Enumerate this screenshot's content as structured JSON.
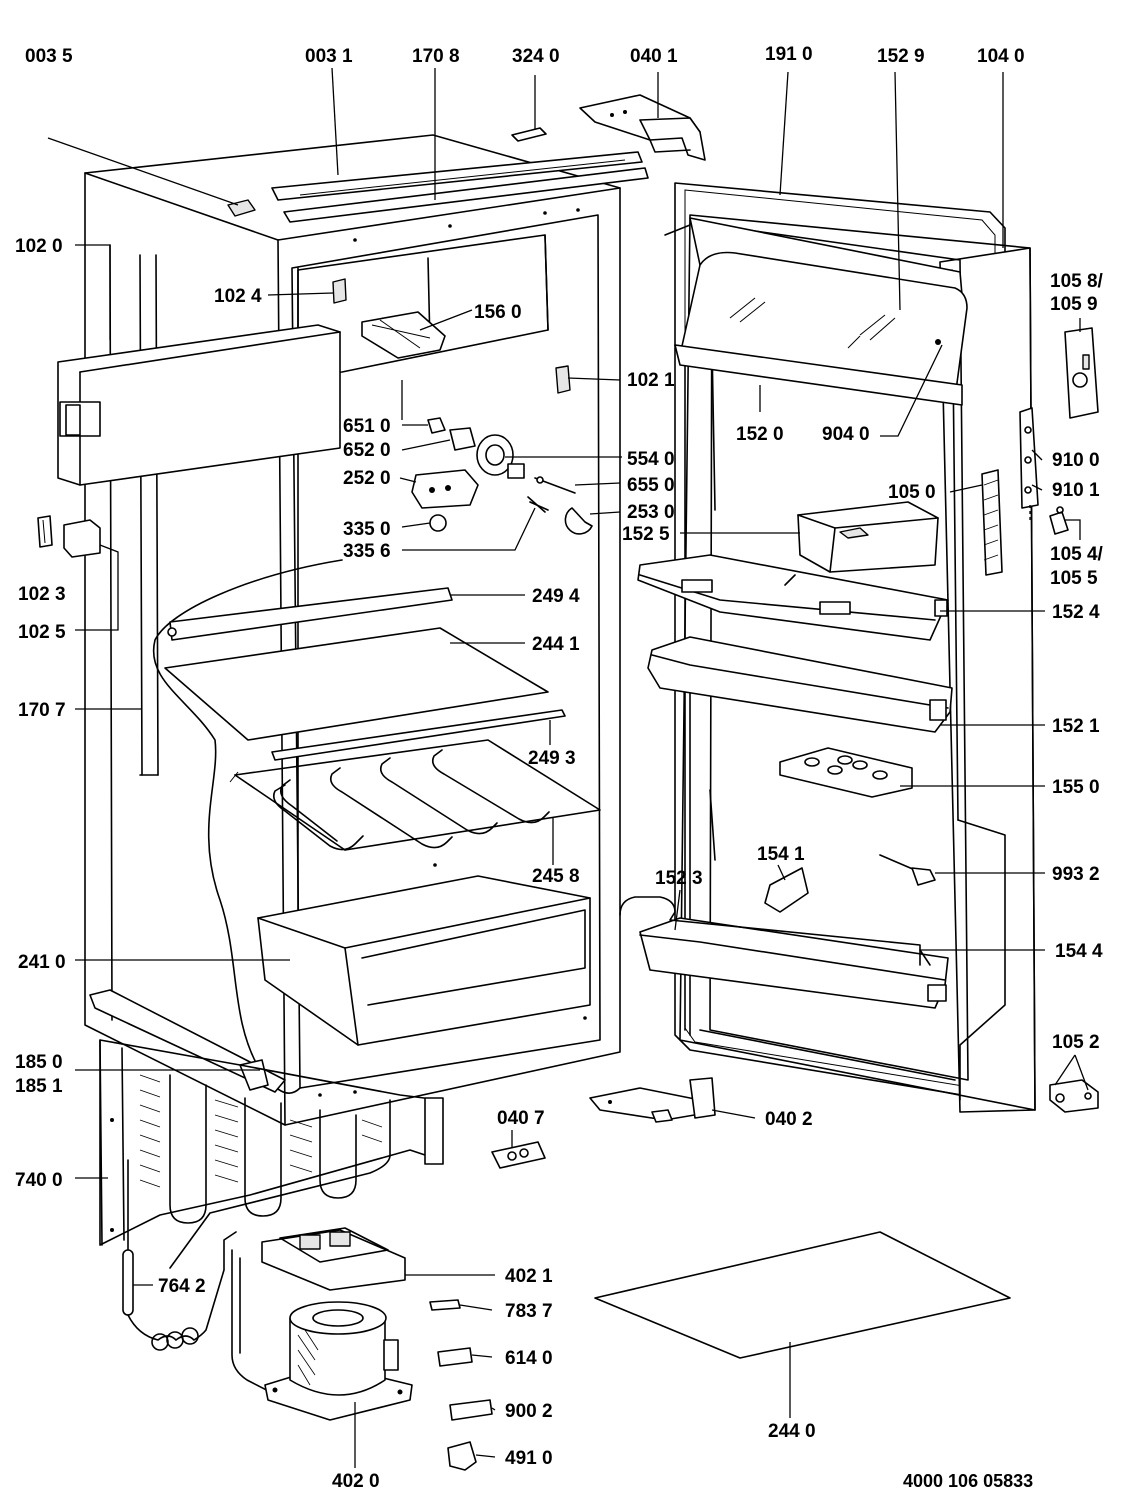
{
  "diagram": {
    "document_number": "4000 106 05833",
    "labels": [
      {
        "id": "p0035",
        "text": "003 5"
      },
      {
        "id": "p0031",
        "text": "003 1"
      },
      {
        "id": "p1708",
        "text": "170 8"
      },
      {
        "id": "p3240",
        "text": "324 0"
      },
      {
        "id": "p0401",
        "text": "040 1"
      },
      {
        "id": "p1910",
        "text": "191 0"
      },
      {
        "id": "p1529",
        "text": "152 9"
      },
      {
        "id": "p1040",
        "text": "104 0"
      },
      {
        "id": "p1020",
        "text": "102 0"
      },
      {
        "id": "p1024",
        "text": "102 4"
      },
      {
        "id": "p1560",
        "text": "156 0"
      },
      {
        "id": "p1021",
        "text": "102 1"
      },
      {
        "id": "p1058",
        "text": "105 8/"
      },
      {
        "id": "p1059",
        "text": "105 9"
      },
      {
        "id": "p1520",
        "text": "152 0"
      },
      {
        "id": "p9040",
        "text": "904 0"
      },
      {
        "id": "p6510",
        "text": "651 0"
      },
      {
        "id": "p6520",
        "text": "652 0"
      },
      {
        "id": "p5540",
        "text": "554 0"
      },
      {
        "id": "p2520",
        "text": "252 0"
      },
      {
        "id": "p6550",
        "text": "655 0"
      },
      {
        "id": "p2530",
        "text": "253 0"
      },
      {
        "id": "p3350",
        "text": "335 0"
      },
      {
        "id": "p3356",
        "text": "335 6"
      },
      {
        "id": "p9100",
        "text": "910 0"
      },
      {
        "id": "p9101",
        "text": "910 1"
      },
      {
        "id": "p1050",
        "text": "105 0"
      },
      {
        "id": "p1525",
        "text": "152 5"
      },
      {
        "id": "p1054",
        "text": "105 4/"
      },
      {
        "id": "p1055",
        "text": "105 5"
      },
      {
        "id": "p1023",
        "text": "102 3"
      },
      {
        "id": "p1025",
        "text": "102 5"
      },
      {
        "id": "p2494",
        "text": "249 4"
      },
      {
        "id": "p1524",
        "text": "152 4"
      },
      {
        "id": "p2441",
        "text": "244 1"
      },
      {
        "id": "p1707",
        "text": "170 7"
      },
      {
        "id": "p1521",
        "text": "152 1"
      },
      {
        "id": "p2493",
        "text": "249 3"
      },
      {
        "id": "p1550",
        "text": "155 0"
      },
      {
        "id": "p1541",
        "text": "154 1"
      },
      {
        "id": "p2458",
        "text": "245 8"
      },
      {
        "id": "p1523",
        "text": "152 3"
      },
      {
        "id": "p9932",
        "text": "993 2"
      },
      {
        "id": "p1544",
        "text": "154 4"
      },
      {
        "id": "p2410",
        "text": "241 0"
      },
      {
        "id": "p1850",
        "text": "185 0"
      },
      {
        "id": "p1851",
        "text": "185 1"
      },
      {
        "id": "p1052",
        "text": "105 2"
      },
      {
        "id": "p0407",
        "text": "040 7"
      },
      {
        "id": "p0402",
        "text": "040 2"
      },
      {
        "id": "p7400",
        "text": "740 0"
      },
      {
        "id": "p4021",
        "text": "402 1"
      },
      {
        "id": "p7642",
        "text": "764 2"
      },
      {
        "id": "p7837",
        "text": "783 7"
      },
      {
        "id": "p6140",
        "text": "614 0"
      },
      {
        "id": "p9002",
        "text": "900 2"
      },
      {
        "id": "p2440",
        "text": "244 0"
      },
      {
        "id": "p4910",
        "text": "491 0"
      },
      {
        "id": "p4020",
        "text": "402 0"
      }
    ]
  }
}
